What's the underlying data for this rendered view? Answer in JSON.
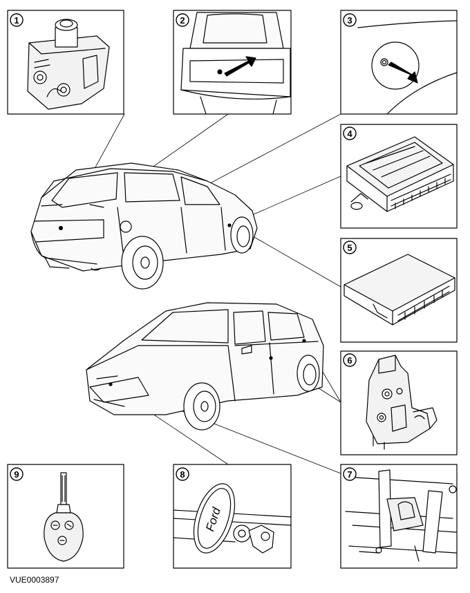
{
  "figure": {
    "reference_code": "VUE0003897",
    "brand_badge_text": "Ford"
  },
  "callouts": [
    {
      "number": "1",
      "icon": "tailgate-lock-actuator"
    },
    {
      "number": "2",
      "icon": "tailgate-release-switch"
    },
    {
      "number": "3",
      "icon": "fuel-filler-door"
    },
    {
      "number": "4",
      "icon": "control-module"
    },
    {
      "number": "5",
      "icon": "control-module"
    },
    {
      "number": "6",
      "icon": "door-lock-motor"
    },
    {
      "number": "7",
      "icon": "bonnet-lock"
    },
    {
      "number": "8",
      "icon": "bonnet-lock-key-cylinder"
    },
    {
      "number": "9",
      "icon": "remote-key-transmitter"
    }
  ]
}
